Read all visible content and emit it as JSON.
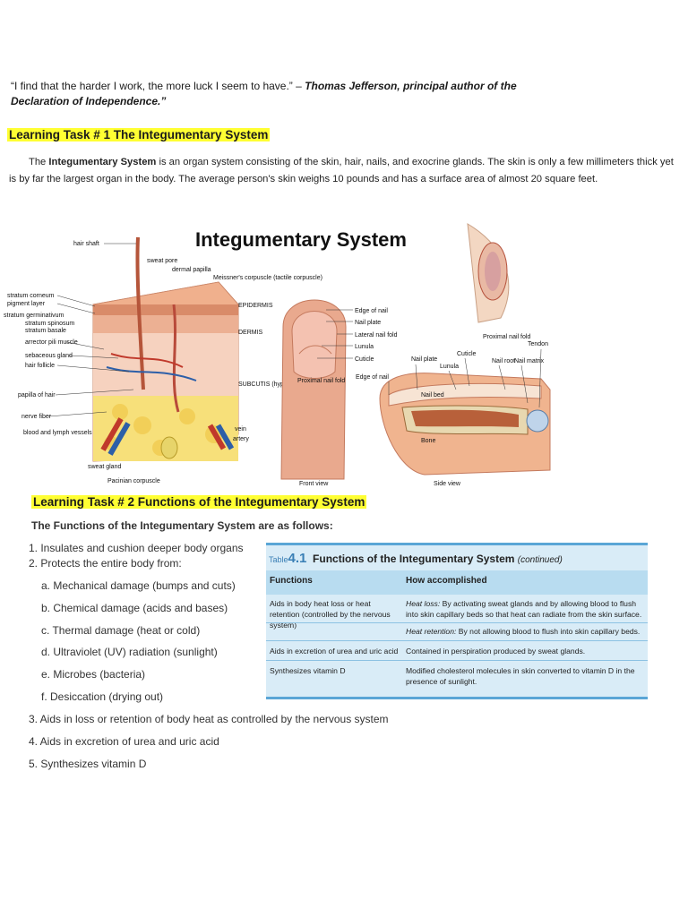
{
  "quote": {
    "text": "“I find that the harder I work, the more luck I seem to have.” – ",
    "attribution": "Thomas Jefferson, principal author of the Declaration of Independence.”"
  },
  "task1": {
    "heading": "Learning Task # 1 The Integumentary System",
    "intro_pre": "The ",
    "intro_bold": "Integumentary System",
    "intro_post": " is an organ system consisting of the skin, hair, nails, and exocrine glands. The skin is only a few millimeters thick yet is by far the largest organ in the body. The average person's skin weighs 10 pounds and has a surface area of almost 20 square feet."
  },
  "figure": {
    "title": "Integumentary System",
    "skin_labels": [
      "hair shaft",
      "sweat pore",
      "dermal papilla",
      "Meissner's corpuscle (tactile corpuscle)",
      "stratum corneum",
      "pigment layer",
      "stratum germinativum",
      "stratum spinosum",
      "stratum basale",
      "arrector pili muscle",
      "sebaceous gland",
      "hair follicle",
      "papilla of hair",
      "nerve fiber",
      "blood and lymph vessels",
      "sweat gland",
      "Pacinian corpuscle",
      "EPIDERMIS",
      "DERMIS",
      "SUBCUTIS (hypodermis)",
      "vein",
      "artery"
    ],
    "nail_front_labels": [
      "Edge of nail",
      "Nail plate",
      "Lateral nail fold",
      "Lunula",
      "Cuticle",
      "Proximal nail fold",
      "Front view"
    ],
    "nail_side_labels": [
      "Cuticle",
      "Proximal nail fold",
      "Tendon",
      "Nail plate",
      "Lunula",
      "Nail root",
      "Nail matrix",
      "Edge of nail",
      "Nail bed",
      "Bone",
      "Side view"
    ]
  },
  "task2": {
    "heading": "Learning Task # 2 Functions of the Integumentary System",
    "subheading": "The Functions of the Integumentary System are as follows:",
    "items": [
      "1. Insulates and cushion deeper body organs",
      "2. Protects the entire body from:",
      "a. Mechanical damage (bumps and cuts)",
      "b. Chemical damage (acids and bases)",
      "c. Thermal damage (heat or cold)",
      "d. Ultraviolet (UV) radiation (sunlight)",
      "e. Microbes (bacteria)",
      "f. Desiccation (drying out)",
      "3. Aids in loss or retention of body heat as controlled by the nervous system",
      "4. Aids in excretion of urea and uric acid",
      "5. Synthesizes vitamin D"
    ]
  },
  "table": {
    "label": "Table",
    "number": "4.1",
    "title": "Functions of the Integumentary System",
    "continued": "(continued)",
    "headers": [
      "Functions",
      "How accomplished"
    ],
    "rows": [
      {
        "function": "Aids in body heat loss or heat retention (controlled by the nervous system)",
        "how_lead1": "Heat loss:",
        "how_text1": " By activating sweat glands and by allowing blood to flush into skin capillary beds so that heat can radiate from the skin surface.",
        "how_lead2": "Heat retention:",
        "how_text2": " By not allowing blood to flush into skin capillary beds."
      },
      {
        "function": "Aids in excretion of urea and uric acid",
        "how": "Contained in perspiration produced by sweat glands."
      },
      {
        "function": "Synthesizes vitamin D",
        "how": "Modified cholesterol molecules in skin converted to vitamin D in the presence of sunlight."
      }
    ]
  }
}
